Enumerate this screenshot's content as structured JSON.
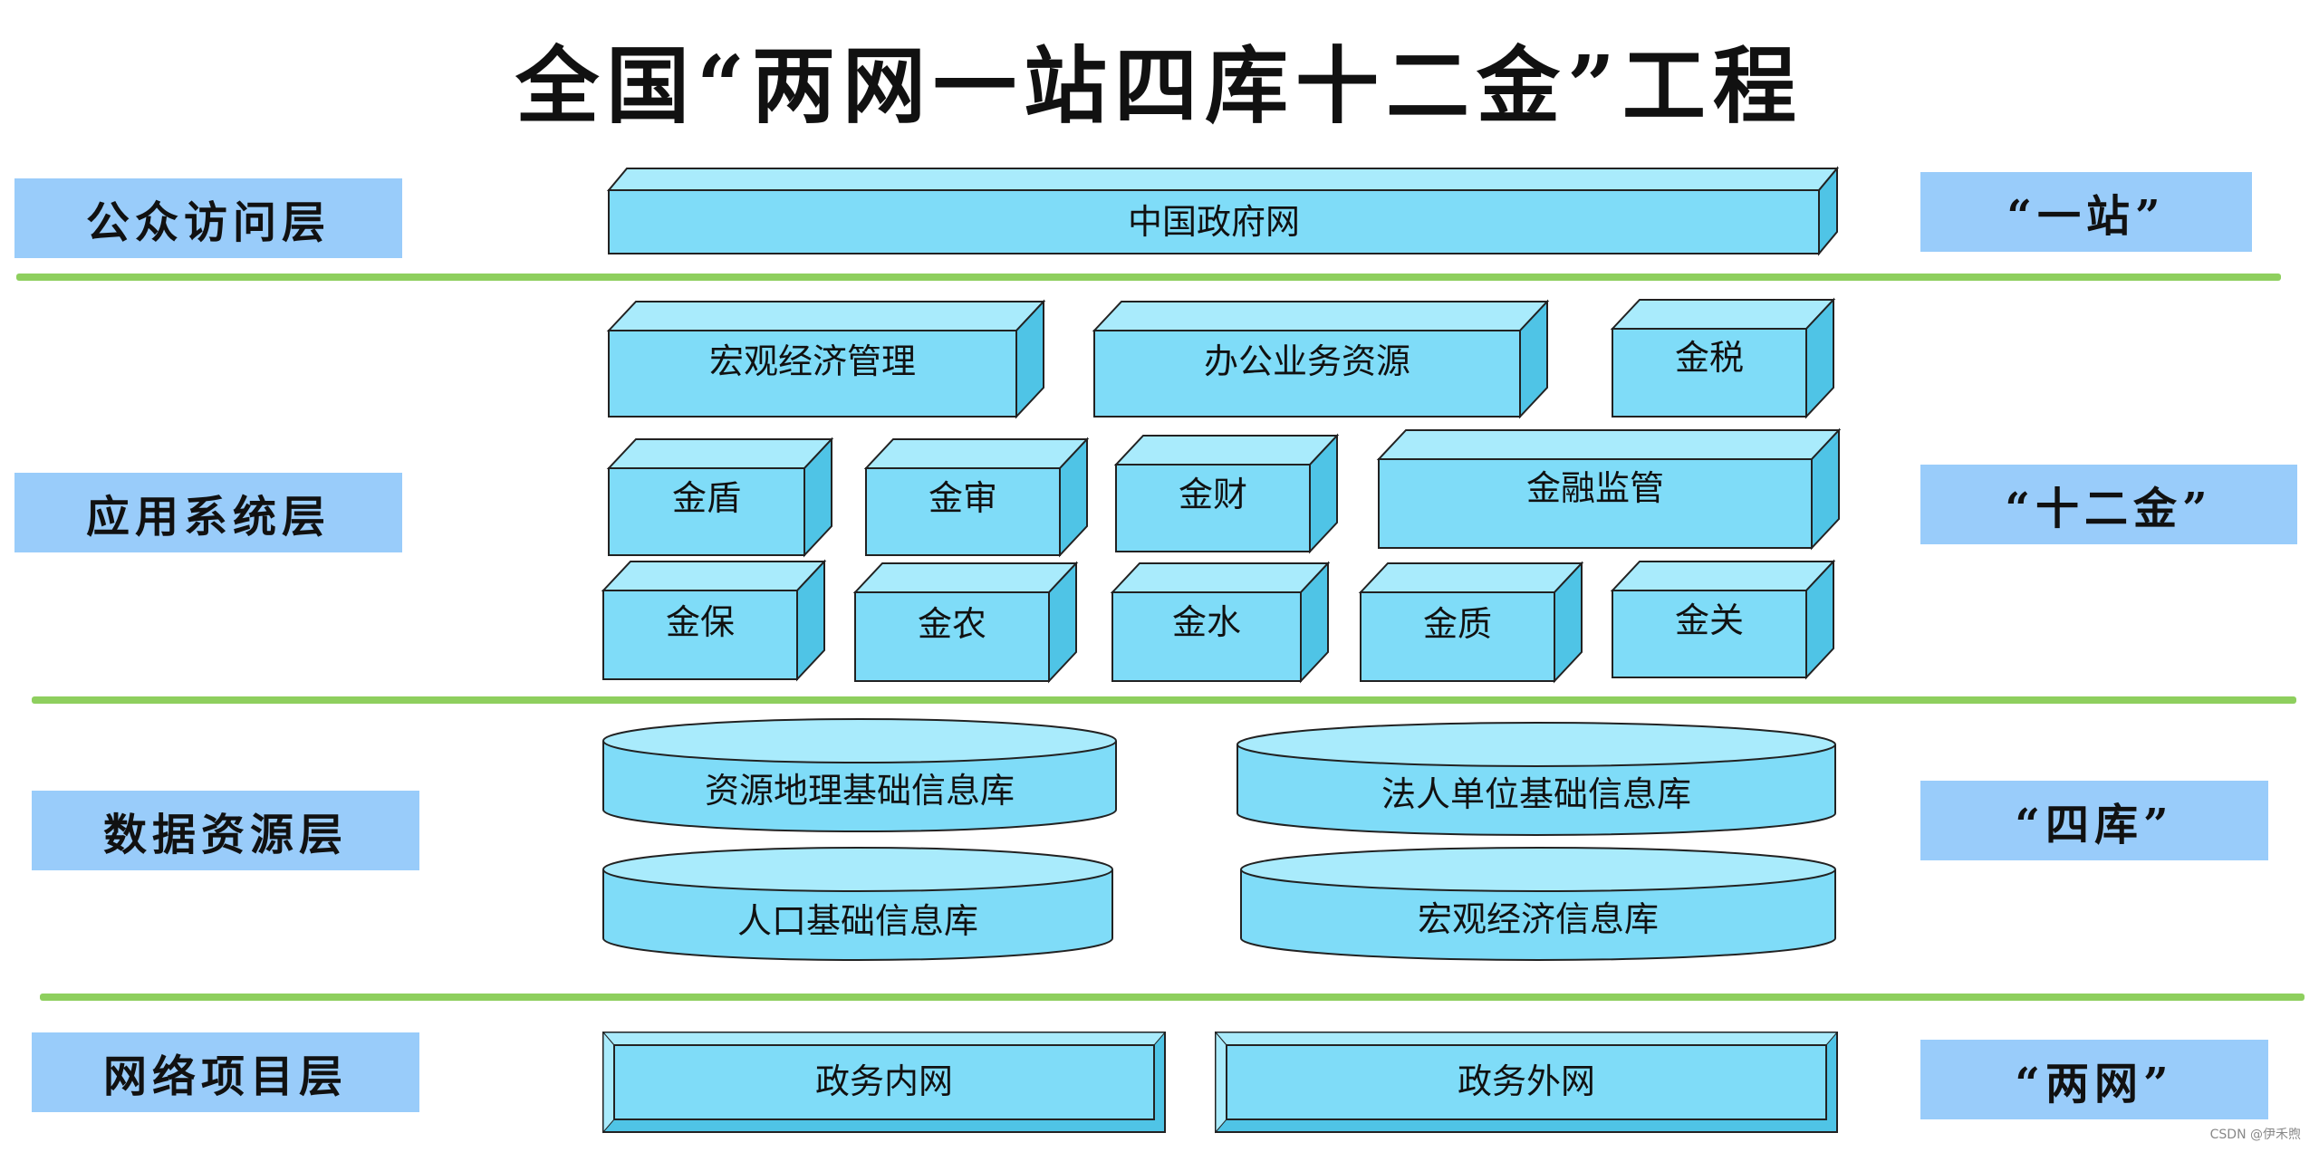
{
  "title": "全国“两网一站四库十二金”工程",
  "layers": {
    "public": "公众访问层",
    "app": "应用系统层",
    "data": "数据资源层",
    "network": "网络项目层"
  },
  "right_labels": {
    "station": "“一站”",
    "twelve": "“十二金”",
    "four": "“四库”",
    "two": "“两网”"
  },
  "boxes": {
    "gov_portal": "中国政府网",
    "macro_econ_mgmt": "宏观经济管理",
    "office_resources": "办公业务资源",
    "jinshui_tax": "金税",
    "jindun": "金盾",
    "jinshen": "金审",
    "jincai": "金财",
    "jinrong": "金融监管",
    "jinbao": "金保",
    "jinnong": "金农",
    "jinshui_water": "金水",
    "jinzhi": "金质",
    "jinguan": "金关"
  },
  "dbs": {
    "geo": "资源地理基础信息库",
    "legal": "法人单位基础信息库",
    "population": "人口基础信息库",
    "macro_econ": "宏观经济信息库"
  },
  "nets": {
    "internal": "政务内网",
    "external": "政务外网"
  },
  "watermark": "CSDN @伊禾煦",
  "colors": {
    "box_front": "#7fdcf8",
    "box_top": "#a9ebfc",
    "box_side": "#4fc4e6",
    "label_bg": "#99ccfa",
    "separator": "#8ecf5e"
  }
}
